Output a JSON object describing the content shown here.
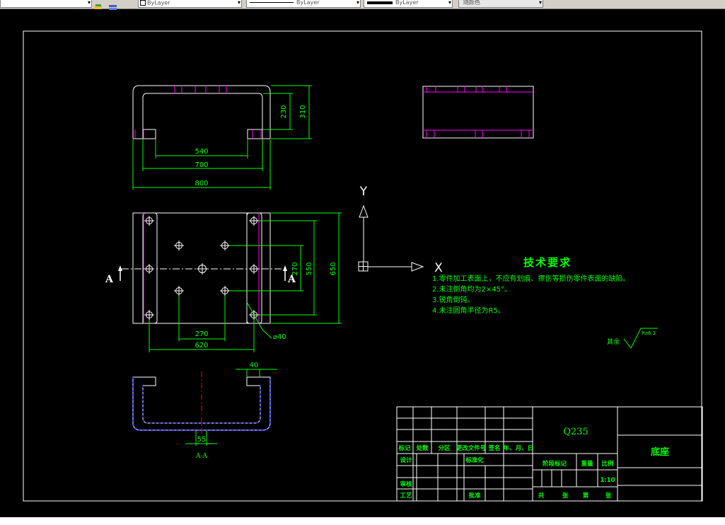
{
  "toolbar": {
    "layer_combo": "ByLayer",
    "linetype_combo": "ByLayer",
    "lineweight_combo": "ByLayer",
    "color_combo": "随颜色"
  },
  "dims": {
    "d540": "540",
    "d700": "700",
    "d800": "800",
    "d230": "230",
    "d310": "310",
    "d270v": "270",
    "d550": "550",
    "d650": "650",
    "d270h": "270",
    "d620": "620",
    "phi40": "⌀40",
    "d40": "40",
    "d55": "55"
  },
  "section": {
    "label_left": "A",
    "label_right": "A",
    "title": "A-A"
  },
  "ucs": {
    "y": "Y",
    "x": "X"
  },
  "tech": {
    "title": "技术要求",
    "lines": [
      "1.零件加工表面上，不应有划痕、擦伤等损伤零件表面的缺陷。",
      "2.未注倒角均为2×45°。",
      "3.锐角倒钝。",
      "4.未注圆角半径为R5。"
    ]
  },
  "roughness": {
    "prefix": "其余",
    "value": "Ra6.3"
  },
  "titleblock": {
    "material": "Q235",
    "part_name": "底座",
    "h_mark": "标记",
    "h_count": "处数",
    "h_zone": "分区",
    "h_doc": "更改文件号",
    "h_sign": "签名",
    "h_date": "年、月、日",
    "design": "设计",
    "standard": "标准化",
    "review": "审核",
    "process": "工艺",
    "approve": "批准",
    "stage": "阶段标记",
    "weight": "重量",
    "scale_lbl": "比例",
    "scale": "1:10",
    "total": "共",
    "sheets": "张",
    "page": "第",
    "sheet2": "张"
  },
  "colors": {
    "green": "#00ff00",
    "magenta": "#ff00ff",
    "blue": "#3838ff",
    "red": "#ff0000",
    "white": "#ffffff"
  }
}
